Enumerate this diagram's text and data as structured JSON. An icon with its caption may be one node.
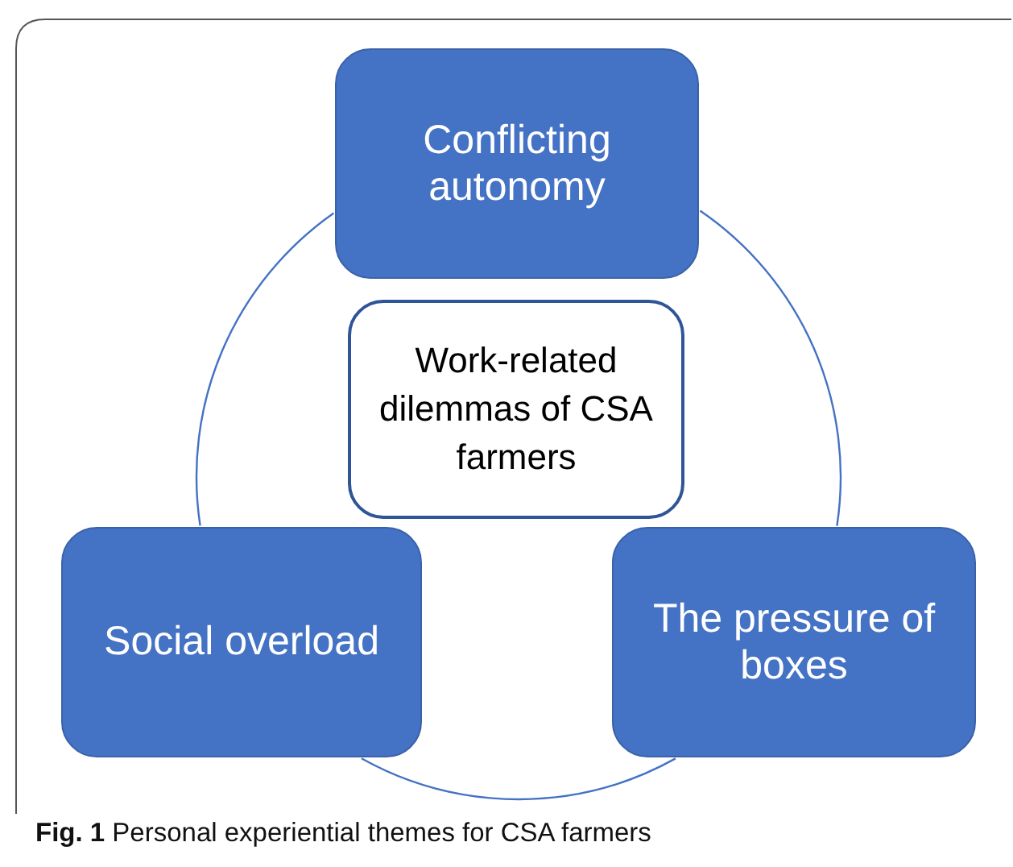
{
  "diagram": {
    "caption": "**Fig. 1** Personal experiential themes for CSA farmers",
    "nodes": [
      {
        "text": [
          "Conflicting autonomy"
        ]
      },
      {
        "text": [
          "Work-related dilemmas of CSA farmers"
        ]
      },
      {
        "text": [
          "Social overload"
        ]
      },
      {
        "text": [
          "The pressure of boxes"
        ]
      }
    ],
    "edges": [
      {
        "from": 0,
        "to": 3,
        "arrow": "none"
      },
      {
        "from": 3,
        "to": 2,
        "arrow": "none"
      },
      {
        "from": 2,
        "to": 0,
        "arrow": "none"
      }
    ]
  }
}
